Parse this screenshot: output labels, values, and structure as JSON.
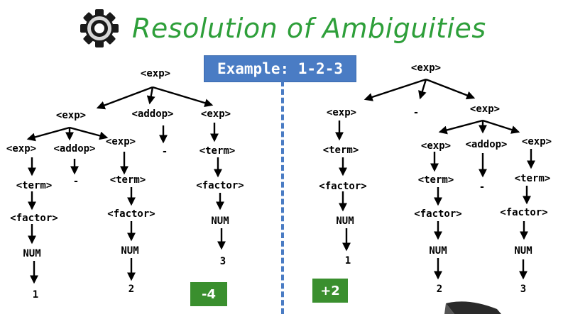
{
  "title": "Resolution of Ambiguities",
  "example_label": "Example: 1-2-3",
  "left_tree": {
    "root": "<exp>",
    "exp_a": "<exp>",
    "addop_a": "<addop>",
    "exp_b": "<exp>",
    "exp_c": "<exp>",
    "addop_c": "<addop>",
    "exp_d": "<exp>",
    "minus_c": "-",
    "minus_a": "-",
    "term_c": "<term>",
    "term_d": "<term>",
    "term_b": "<term>",
    "factor_c": "<factor>",
    "factor_d": "<factor>",
    "factor_b": "<factor>",
    "num_c": "NUM",
    "num_d": "NUM",
    "num_b": "NUM",
    "val_c": "1",
    "val_d": "2",
    "val_b": "3",
    "result": "-4"
  },
  "right_tree": {
    "root": "<exp>",
    "exp_a": "<exp>",
    "minus_a": "-",
    "exp_b": "<exp>",
    "term_a": "<term>",
    "factor_a": "<factor>",
    "num_a": "NUM",
    "val_a": "1",
    "exp_c": "<exp>",
    "addop_c": "<addop>",
    "exp_d": "<exp>",
    "minus_c": "-",
    "term_c": "<term>",
    "term_d": "<term>",
    "factor_c": "<factor>",
    "factor_d": "<factor>",
    "num_c": "NUM",
    "num_d": "NUM",
    "val_c": "2",
    "val_d": "3",
    "result": "+2"
  },
  "colors": {
    "title": "#2e9f3a",
    "example_bg": "#4a7cc4",
    "badge": "#3a8f2e",
    "divider": "#4a7cc4"
  },
  "icons": {
    "title_icon": "gear-icon"
  }
}
